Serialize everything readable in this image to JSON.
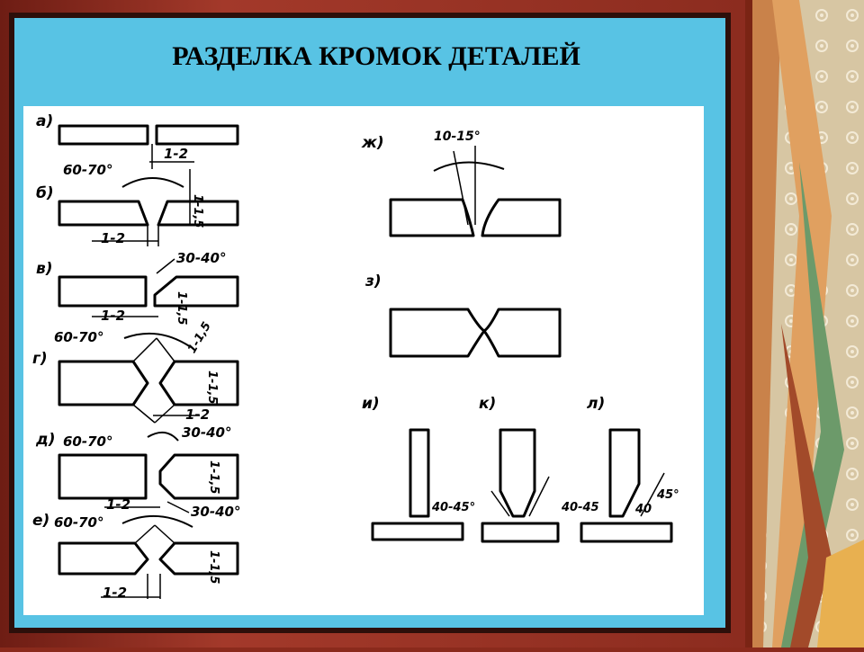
{
  "slide": {
    "title": "РАЗДЕЛКА КРОМОК ДЕТАЛЕЙ"
  },
  "diagram": {
    "labels": {
      "a": "а)",
      "b": "б)",
      "v": "в)",
      "g": "г)",
      "d": "д)",
      "e": "е)",
      "zh": "ж)",
      "z": "з)",
      "i": "и)",
      "k": "к)",
      "l": "л)"
    },
    "dims": {
      "gap_a": "1-2",
      "angle_b": "60-70°",
      "gap_b": "1-2",
      "root_b": "1-1,5",
      "angle_v": "30-40°",
      "gap_v": "1-2",
      "root_v": "1-1,5",
      "angle_g": "60-70°",
      "root_g_top": "1-1,5",
      "root_g_side": "1-1,5",
      "gap_g": "1-2",
      "angle_d1": "60-70°",
      "angle_d2": "30-40°",
      "root_d": "1-1,5",
      "gap_d": "1-2",
      "angle_d3": "30-40°",
      "angle_e": "60-70°",
      "root_e": "1-1,5",
      "gap_e": "1-2",
      "angle_zh": "10-15°",
      "angle_k": "40-45°",
      "angle_l1": "40-45",
      "angle_l2": "40",
      "angle_l3": "45°"
    }
  }
}
